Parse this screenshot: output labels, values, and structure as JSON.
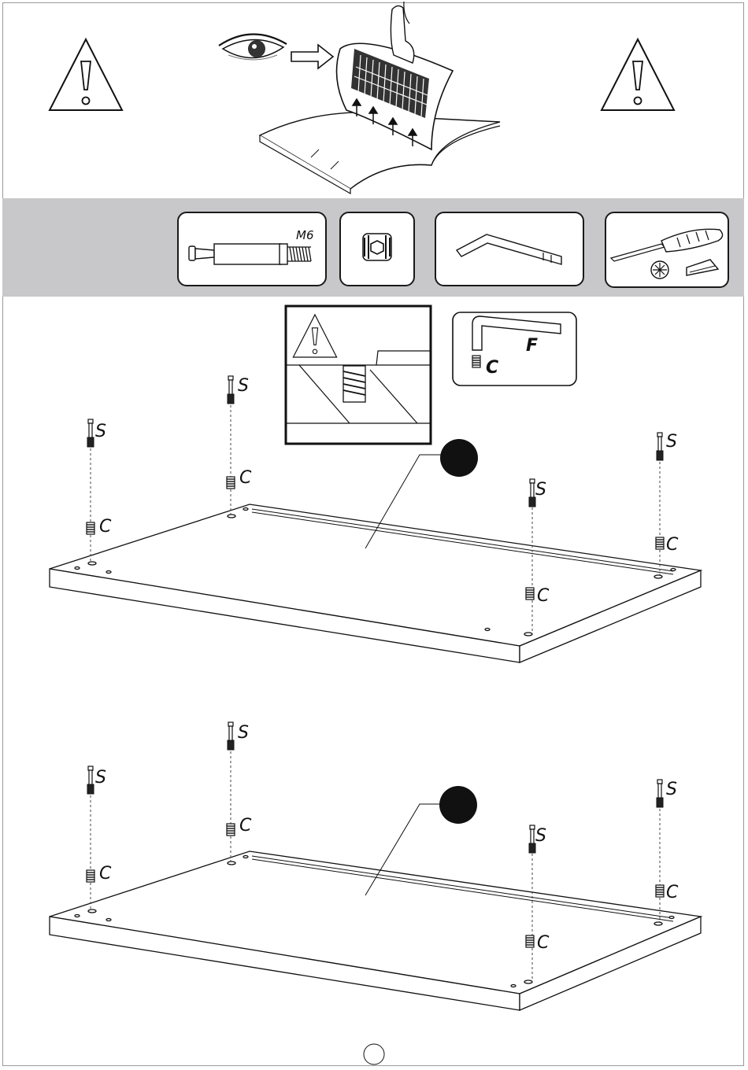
{
  "labels": {
    "screw": "S",
    "cam": "C",
    "thread": "M6",
    "hex_key": "F"
  },
  "icons": [
    "warning-triangle-icon",
    "eye-icon",
    "arrow-right-icon",
    "instruction-booklet-icon",
    "connector-bolt-icon",
    "threaded-insert-icon",
    "hex-key-icon",
    "screwdriver-icon"
  ],
  "colors": {
    "band": "#c8c8ca",
    "ink": "#1a1a1a",
    "badge": "#111111"
  }
}
